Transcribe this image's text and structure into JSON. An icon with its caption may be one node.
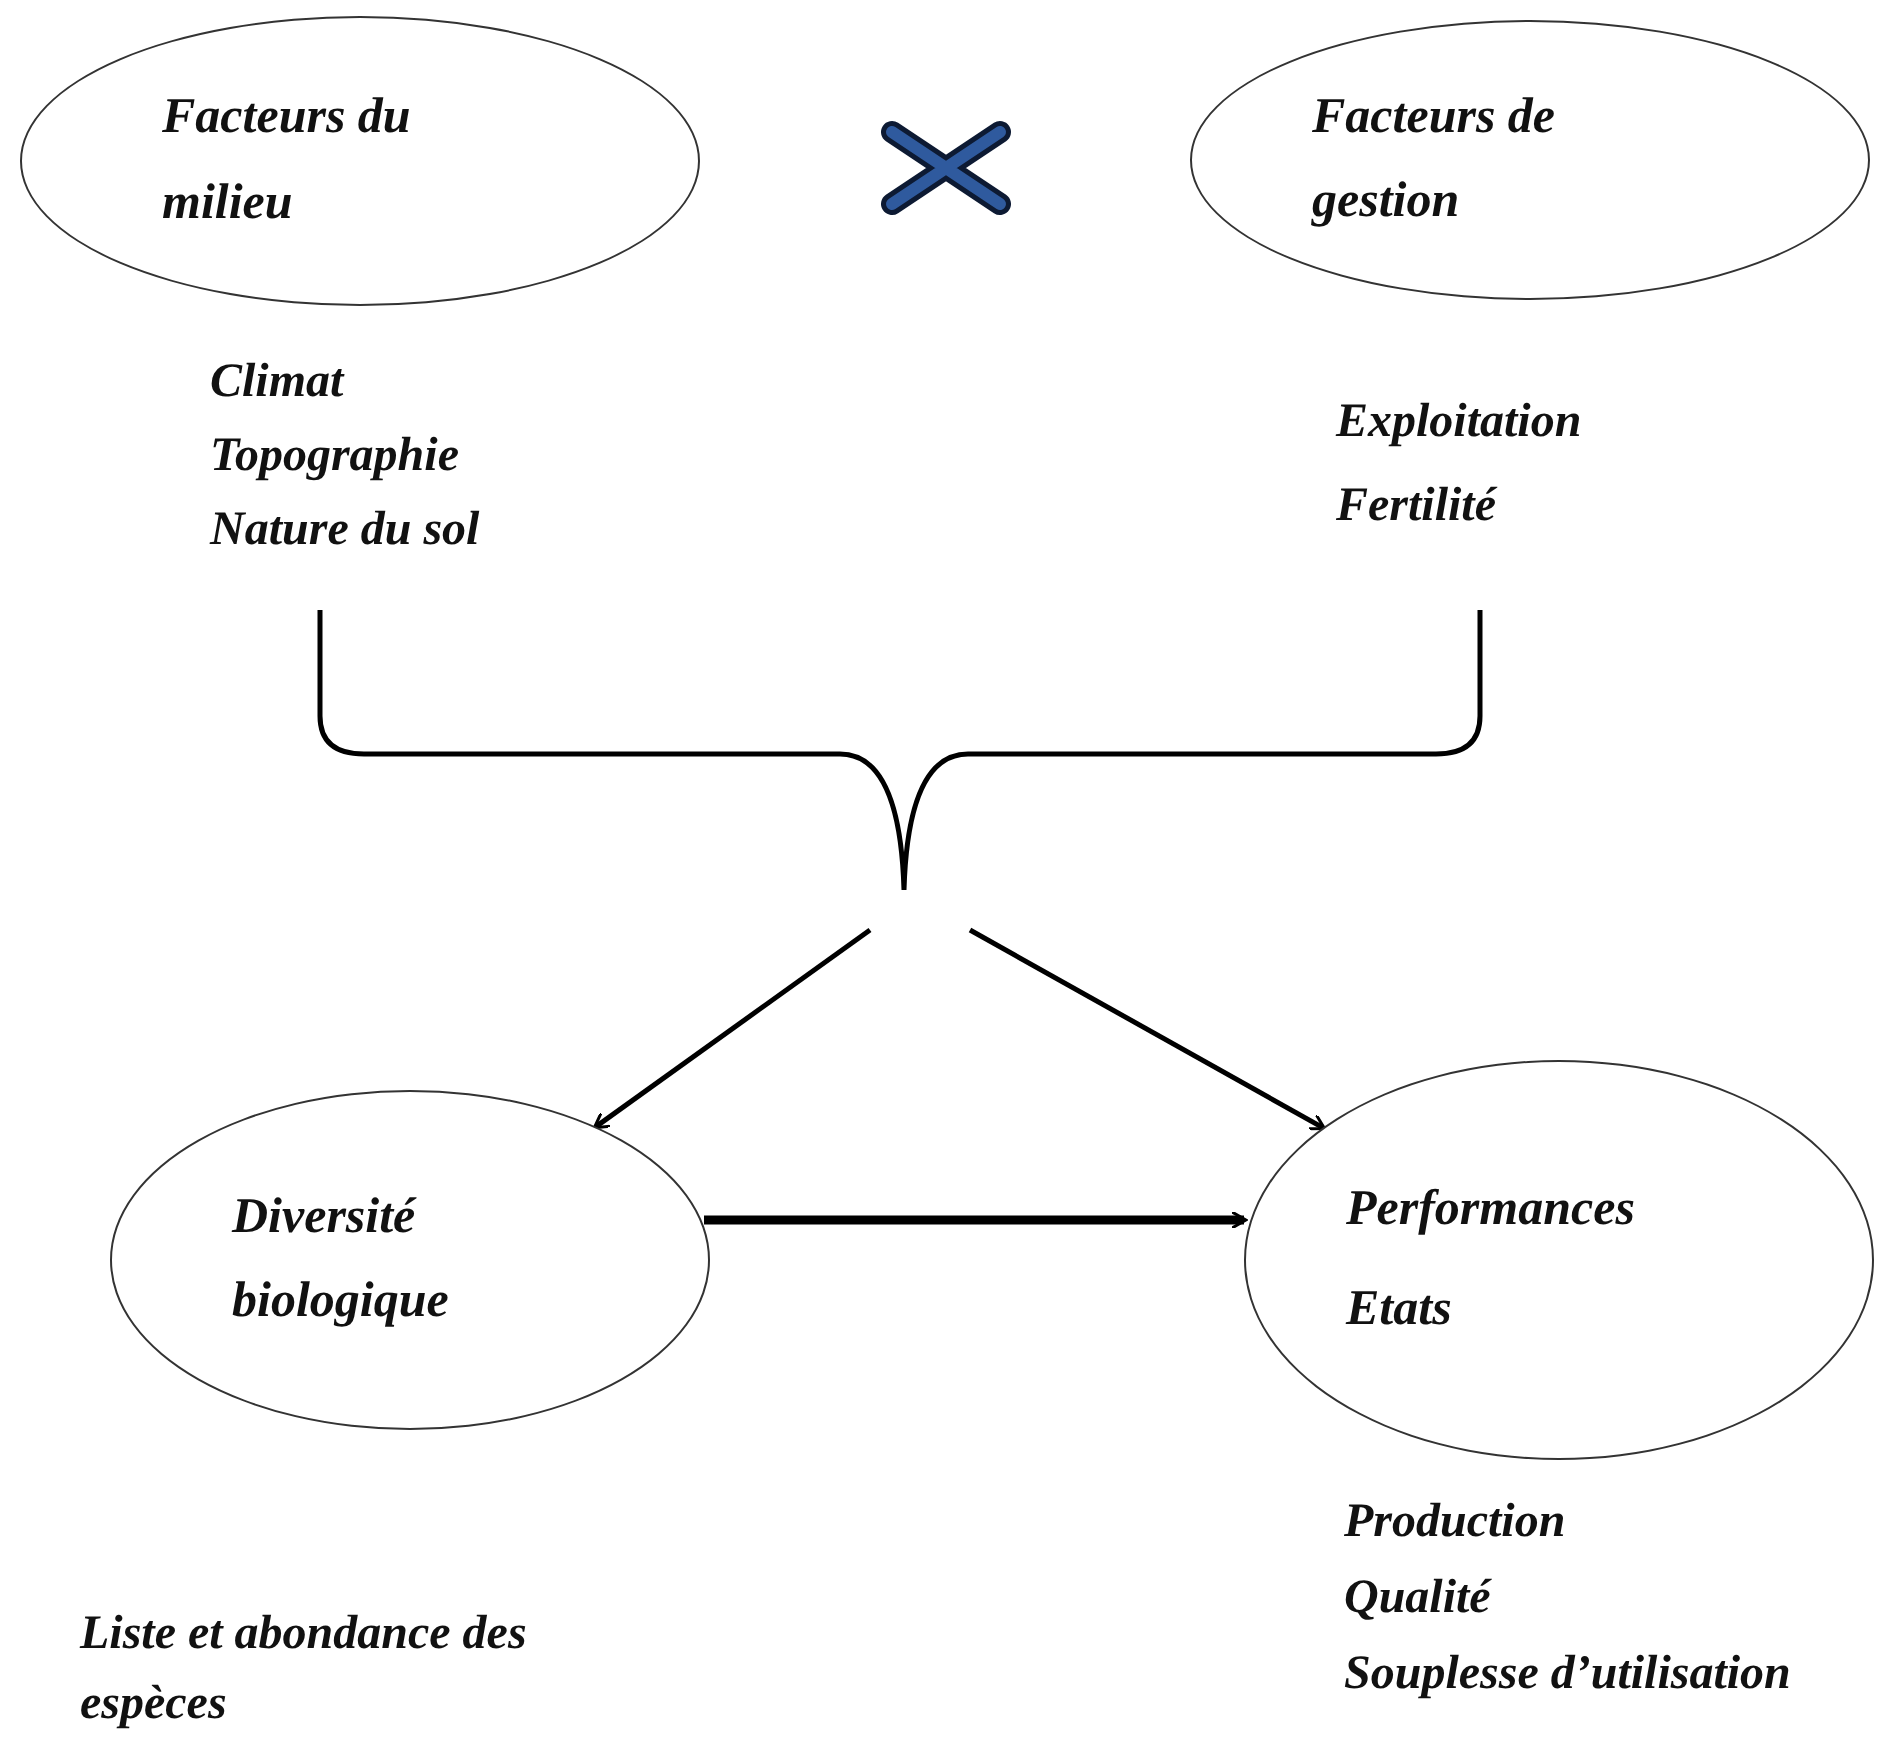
{
  "diagram": {
    "nodes": [
      {
        "text": [
          "Facteurs du milieu"
        ],
        "beside": [
          "Climat",
          "Topographie",
          "Nature du sol"
        ]
      },
      {
        "text": [
          "Facteurs de gestion"
        ],
        "beside": [
          "Exploitation",
          "Fertilité"
        ]
      },
      {
        "text": [
          "Diversité biologique"
        ]
      },
      {
        "text": [
          "Performances",
          "Etats"
        ],
        "beside": [
          "Production",
          "Qualité",
          "Souplesse d’utilisation"
        ]
      }
    ],
    "edges": [
      {
        "from": null,
        "to": 2,
        "arrow": "to"
      },
      {
        "from": null,
        "to": 3,
        "arrow": "to"
      },
      {
        "from": 2,
        "to": 3,
        "arrow": "to",
        "style": "thick"
      }
    ],
    "labels": [
      "Liste et abondance des espèces"
    ]
  }
}
